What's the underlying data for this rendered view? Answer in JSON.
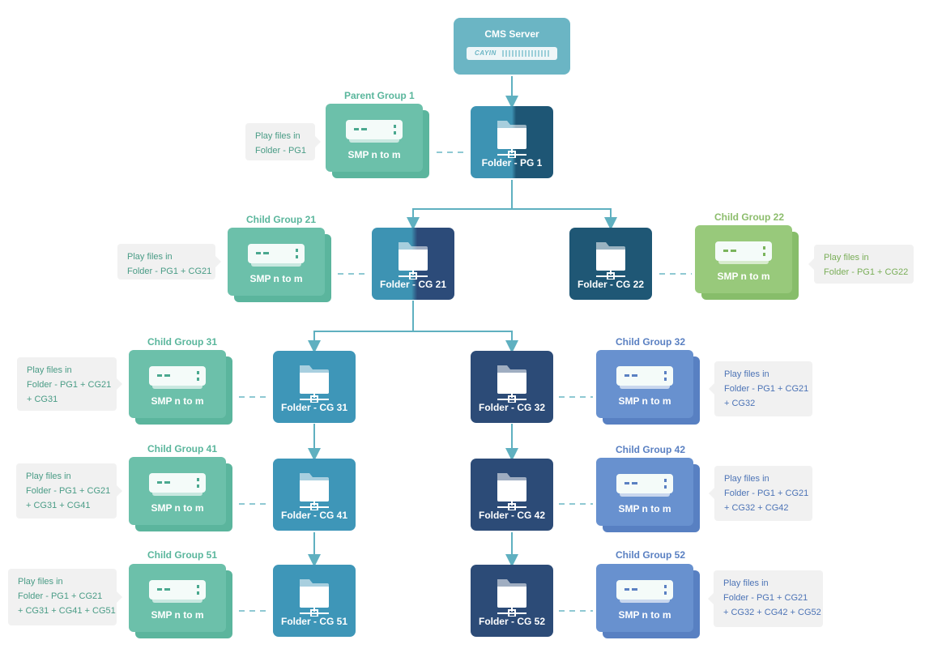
{
  "server": {
    "title": "CMS Server",
    "logo": "CAYIN"
  },
  "colors": {
    "teal": "#6cc0aa",
    "green": "#98c97b",
    "blue": "#6891cf",
    "connector": "#5fb0c0"
  },
  "folders": {
    "pg1": "Folder - PG 1",
    "cg21": "Folder - CG 21",
    "cg22": "Folder - CG 22",
    "cg31": "Folder - CG 31",
    "cg32": "Folder - CG 32",
    "cg41": "Folder - CG 41",
    "cg42": "Folder - CG 42",
    "cg51": "Folder - CG 51",
    "cg52": "Folder - CG 52"
  },
  "groups": {
    "pg1": "Parent Group 1",
    "cg21": "Child Group 21",
    "cg22": "Child Group 22",
    "cg31": "Child Group 31",
    "cg32": "Child Group 32",
    "cg41": "Child Group 41",
    "cg42": "Child Group 42",
    "cg51": "Child Group 51",
    "cg52": "Child Group 52"
  },
  "smp_label": "SMP n to m",
  "callouts": {
    "pg1": [
      "Play files in",
      "Folder - PG1"
    ],
    "cg21": [
      "Play files in",
      "Folder - PG1 + CG21"
    ],
    "cg22": [
      "Play files in",
      "Folder - PG1 + CG22"
    ],
    "cg31": [
      "Play files in",
      "Folder - PG1 + CG21",
      "+ CG31"
    ],
    "cg32": [
      "Play files in",
      "Folder - PG1 + CG21",
      "+ CG32"
    ],
    "cg41": [
      "Play files in",
      "Folder - PG1 + CG21",
      "+ CG31 + CG41"
    ],
    "cg42": [
      "Play files in",
      "Folder - PG1 + CG21",
      "+ CG32 + CG42"
    ],
    "cg51": [
      "Play files in",
      "Folder - PG1 + CG21",
      "+ CG31 + CG41 + CG51"
    ],
    "cg52": [
      "Play files in",
      "Folder - PG1 + CG21",
      "+ CG32 + CG42 + CG52"
    ]
  }
}
